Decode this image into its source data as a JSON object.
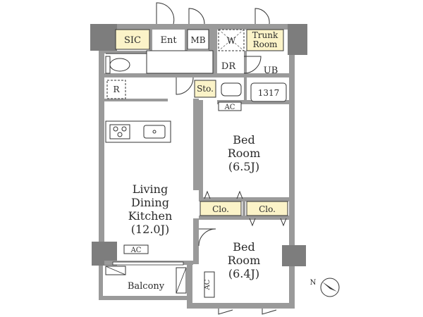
{
  "rooms": {
    "sic": "SIC",
    "entrance": "Ent",
    "mb": "MB",
    "w": "W",
    "trunk_room": [
      "Trunk",
      "Room"
    ],
    "dr": "DR",
    "ub": "UB",
    "refrigerator": "R",
    "storage": "Sto.",
    "bath_size": "1317",
    "ac_top": "AC",
    "bed1": [
      "Bed",
      "Room",
      "(6.5J)"
    ],
    "ldk": [
      "Living",
      "Dining",
      "Kitchen",
      "(12.0J)"
    ],
    "closet_left": "Clo.",
    "closet_right": "Clo.",
    "ac_ldk": "AC",
    "bed2": [
      "Bed",
      "Room",
      "(6.4J)"
    ],
    "ac_bed2": "AC",
    "balcony": "Balcony",
    "compass_n": "N"
  },
  "colors": {
    "wall": "#9a9a9a",
    "wall_dark": "#5a5a5a",
    "column": "#7d7d7d",
    "highlight": "#fbf3c8",
    "line": "#333333"
  }
}
